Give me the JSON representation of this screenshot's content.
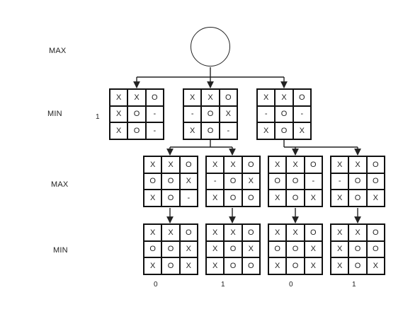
{
  "level_labels": {
    "max_top": "MAX",
    "min_mid": "MIN",
    "max_mid": "MAX",
    "min_bottom": "MIN"
  },
  "root_side_value": "1",
  "leaf_values": [
    "0",
    "1",
    "0",
    "1"
  ],
  "level2_boards": [
    [
      "X",
      "X",
      "O",
      "X",
      "O",
      "-",
      "X",
      "O",
      "-"
    ],
    [
      "X",
      "X",
      "O",
      "-",
      "O",
      "X",
      "X",
      "O",
      "-"
    ],
    [
      "X",
      "X",
      "O",
      "-",
      "O",
      "-",
      "X",
      "O",
      "X"
    ]
  ],
  "level3_boards": [
    [
      "X",
      "X",
      "O",
      "O",
      "O",
      "X",
      "X",
      "O",
      "-"
    ],
    [
      "X",
      "X",
      "O",
      "-",
      "O",
      "X",
      "X",
      "O",
      "O"
    ],
    [
      "X",
      "X",
      "O",
      "O",
      "O",
      "-",
      "X",
      "O",
      "X"
    ],
    [
      "X",
      "X",
      "O",
      "-",
      "O",
      "O",
      "X",
      "O",
      "X"
    ]
  ],
  "level4_boards": [
    [
      "X",
      "X",
      "O",
      "O",
      "O",
      "X",
      "X",
      "O",
      "X"
    ],
    [
      "X",
      "X",
      "O",
      "X",
      "O",
      "X",
      "X",
      "O",
      "O"
    ],
    [
      "X",
      "X",
      "O",
      "O",
      "O",
      "X",
      "X",
      "O",
      "X"
    ],
    [
      "X",
      "X",
      "O",
      "X",
      "O",
      "O",
      "X",
      "O",
      "X"
    ]
  ]
}
